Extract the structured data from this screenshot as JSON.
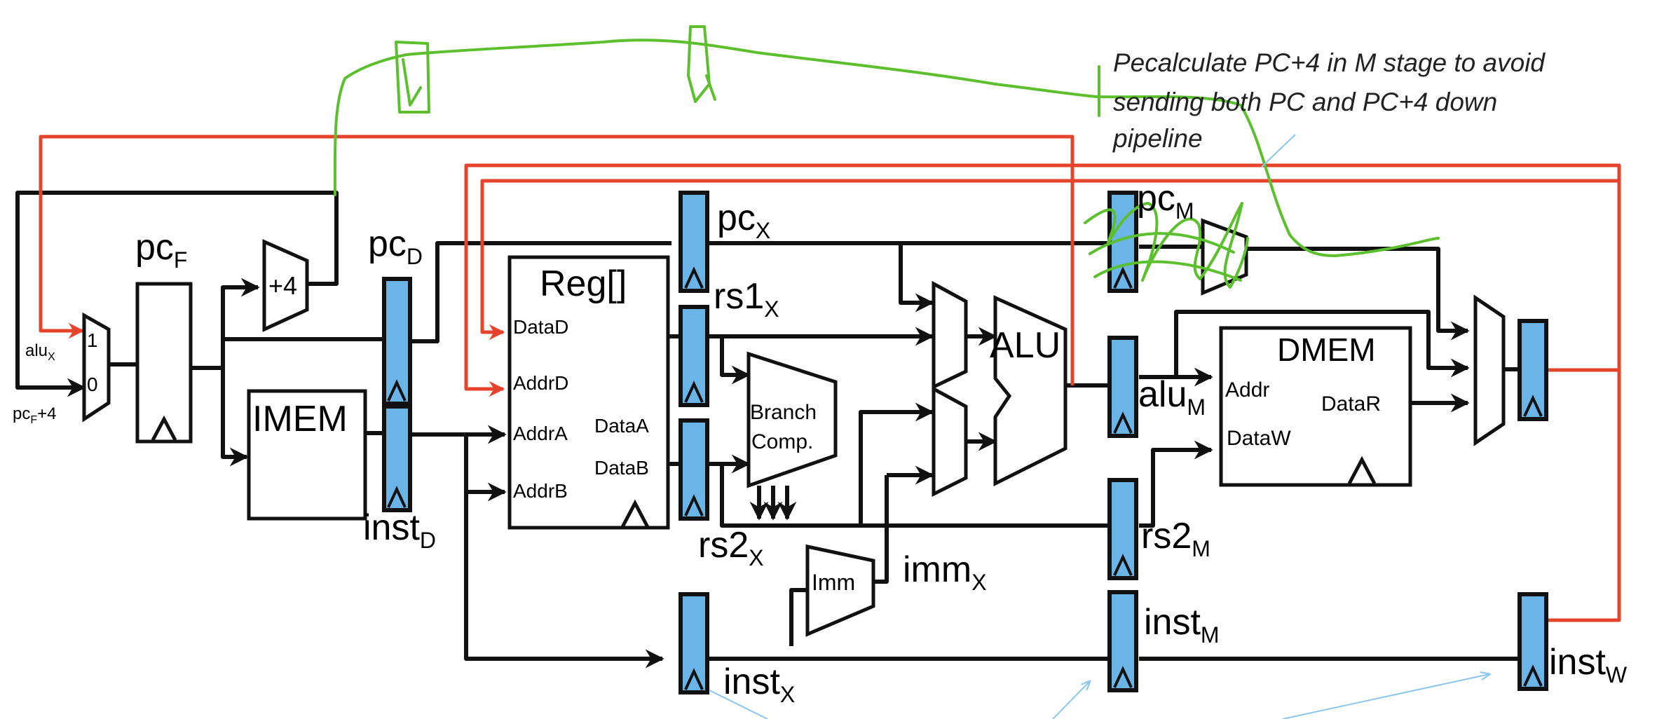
{
  "annotation": {
    "lines": [
      "Pecalculate PC+4 in M stage to avoid",
      "sending both PC and PC+4 down",
      "pipeline"
    ]
  },
  "mux_f": {
    "in1": "1",
    "in0": "0",
    "alu_x": "alu",
    "alu_x_sub": "X",
    "pcf4": "pc",
    "pcf4_sub": "F",
    "pcf4_tail": "+4"
  },
  "pcf": {
    "main": "pc",
    "sub": "F"
  },
  "adder": {
    "label": "+4"
  },
  "pcd": {
    "main": "pc",
    "sub": "D"
  },
  "imem": {
    "label": "IMEM"
  },
  "instd": {
    "main": "inst",
    "sub": "D"
  },
  "regfile": {
    "title": "Reg[]",
    "ports": [
      "DataD",
      "AddrD",
      "AddrA",
      "AddrB",
      "DataA",
      "DataB"
    ]
  },
  "pcx": {
    "main": "pc",
    "sub": "X"
  },
  "rs1x": {
    "main": "rs1",
    "sub": "X"
  },
  "rs2x": {
    "main": "rs2",
    "sub": "X"
  },
  "branch": {
    "line1": "Branch",
    "line2": "Comp."
  },
  "imm": {
    "label": "Imm"
  },
  "immx": {
    "main": "imm",
    "sub": "X"
  },
  "instx": {
    "main": "inst",
    "sub": "X"
  },
  "alu": {
    "label": "ALU"
  },
  "pcm": {
    "main": "pc",
    "sub": "M"
  },
  "alum": {
    "main": "alu",
    "sub": "M"
  },
  "rs2m": {
    "main": "rs2",
    "sub": "M"
  },
  "instm": {
    "main": "inst",
    "sub": "M"
  },
  "dmem": {
    "title": "DMEM",
    "addr": "Addr",
    "dataw": "DataW",
    "datar": "DataR"
  },
  "instw": {
    "main": "inst",
    "sub": "W"
  },
  "colors": {
    "wire": "#111111",
    "feedback": "#e5432b",
    "ink": "#5bbf2e",
    "register": "#6ab4e8",
    "pointer": "#8cc6ea"
  }
}
